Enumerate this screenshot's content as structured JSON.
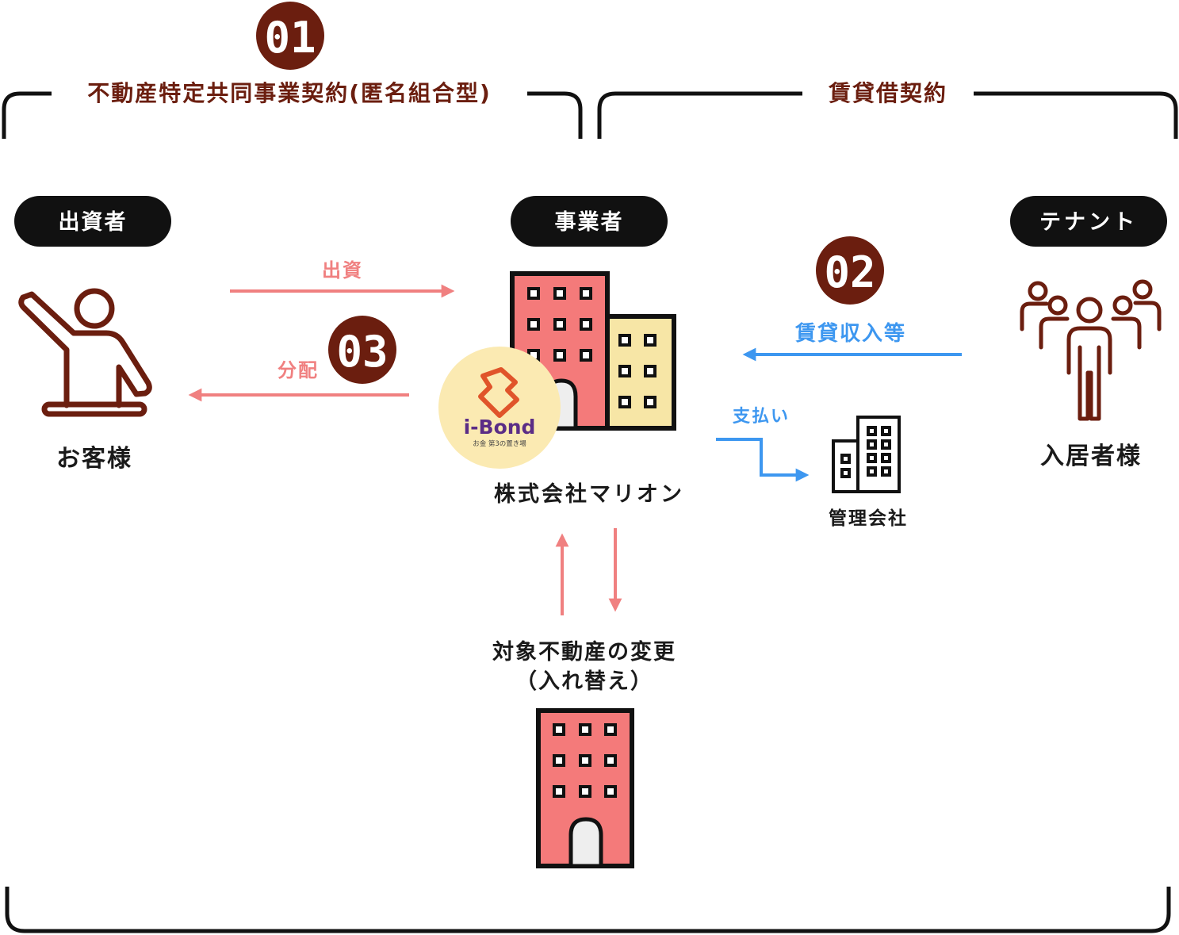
{
  "contracts": {
    "left_label": "不動産特定共同事業契約(匿名組合型)",
    "right_label": "賃貸借契約"
  },
  "steps": {
    "s1": "01",
    "s2": "02",
    "s3": "03"
  },
  "roles": {
    "investor": "出資者",
    "operator": "事業者",
    "tenant": "テナント"
  },
  "parties": {
    "customer": "お客様",
    "company": "株式会社マリオン",
    "management": "管理会社",
    "residents": "入居者様",
    "change_line1": "対象不動産の変更",
    "change_line2": "（入れ替え）"
  },
  "flows": {
    "investment": "出資",
    "distribution": "分配",
    "rent_income": "賃貸収入等",
    "payment": "支払い"
  },
  "logo": {
    "name": "i-Bond",
    "tagline": "お金 第3の置き場"
  },
  "colors": {
    "brown": "#6b1e0f",
    "pink": "#f08080",
    "blue": "#3d97f0",
    "building_red": "#f47a7a",
    "building_cream": "#f7e6a6",
    "black": "#111111"
  },
  "icons": [
    "person-raising-hand-icon",
    "office-buildings-icon",
    "management-building-icon",
    "group-people-icon",
    "replacement-building-icon",
    "i-bond-logo"
  ]
}
